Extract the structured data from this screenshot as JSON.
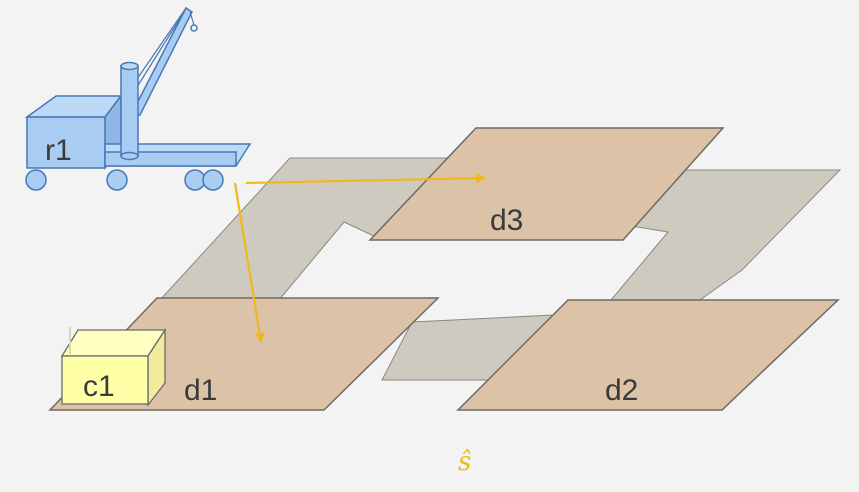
{
  "labels": {
    "robot": "r1",
    "container": "c1",
    "loc_d1": "d1",
    "loc_d2": "d2",
    "loc_d3": "d3",
    "state": "ŝ"
  },
  "colors": {
    "background": "#f3f3f3",
    "location_fill": "#dcc3a8",
    "road_fill": "#cfcac0",
    "robot_fill": "#a8ccf2",
    "robot_stroke": "#4a78b5",
    "container_fill": "#ffffa8",
    "arrow": "#f2b71f",
    "state_label": "#f2b71f"
  }
}
